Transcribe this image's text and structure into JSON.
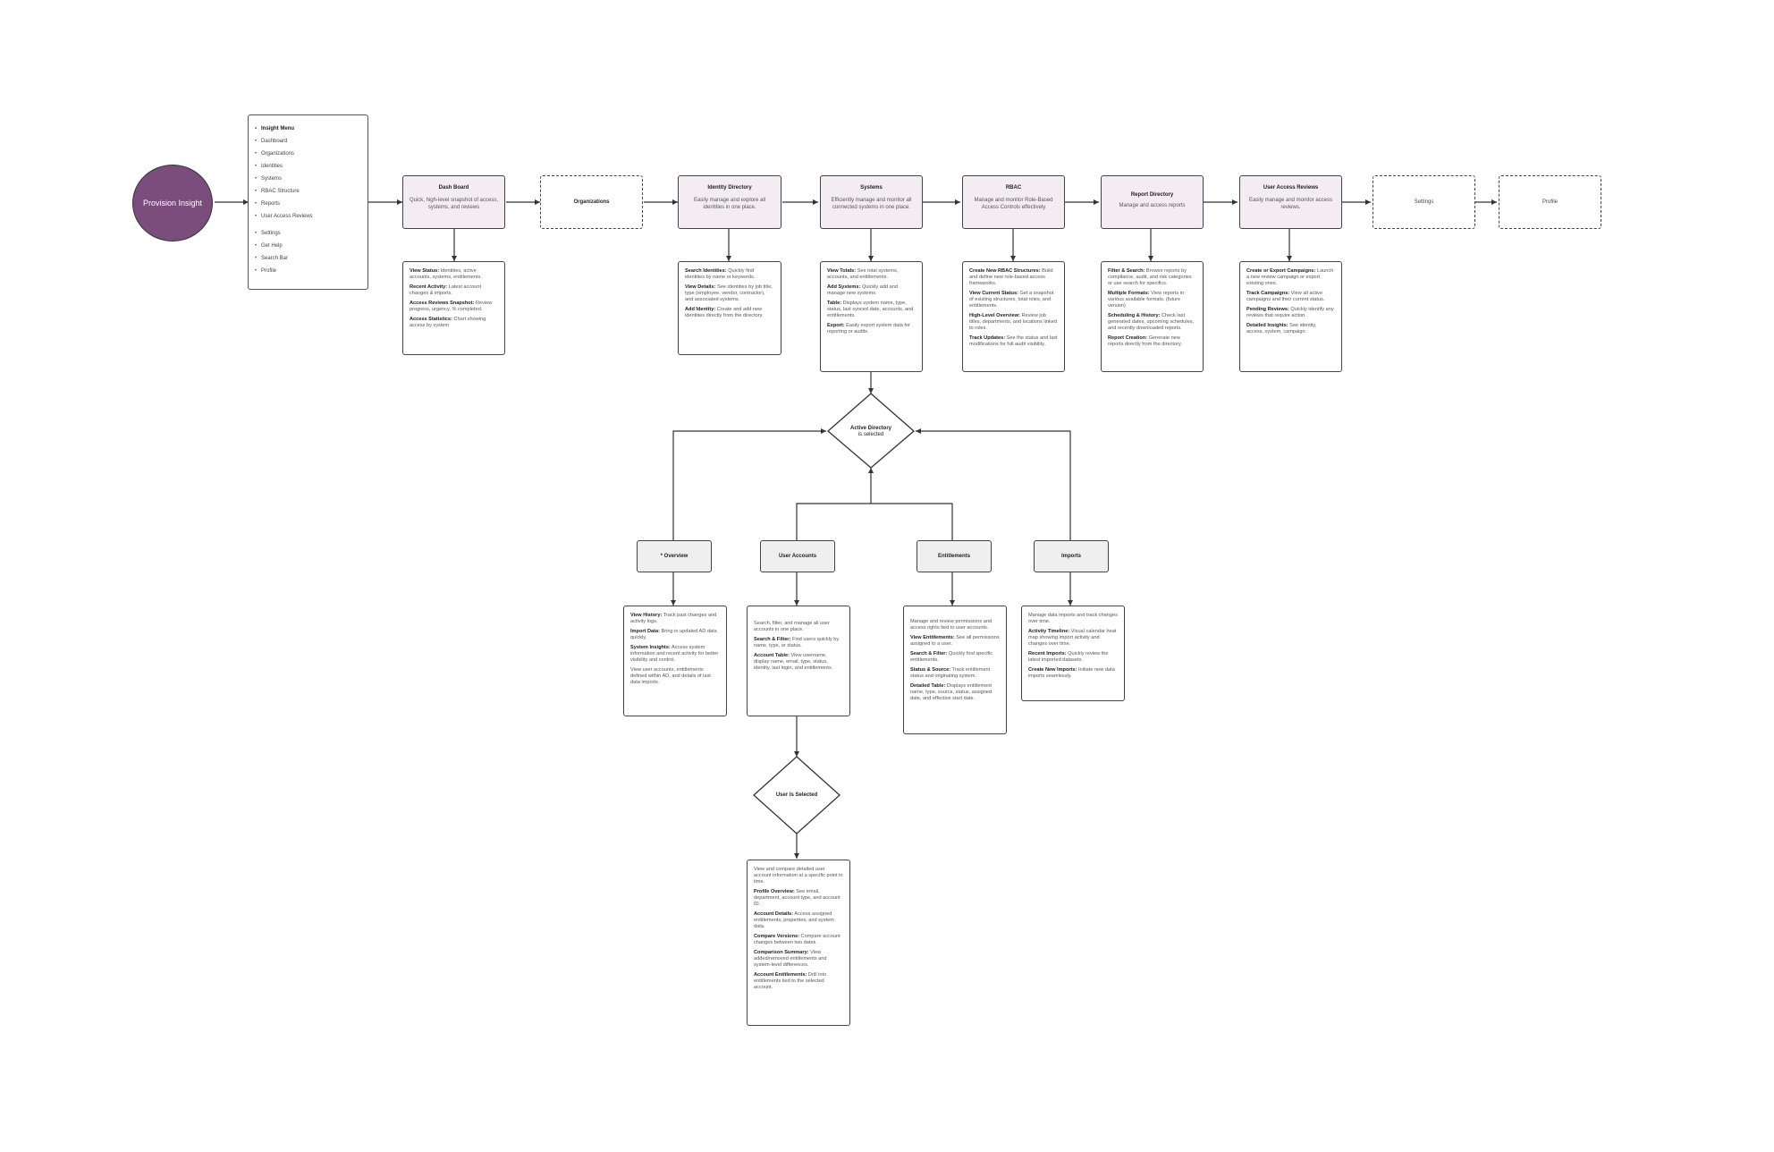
{
  "start": {
    "label": "Provision Insight",
    "color": "#7b4d7d"
  },
  "menu": {
    "items_top": [
      "Insight Menu",
      "Dashboard",
      "Organizations",
      "Identities",
      "Systems",
      "RBAC Structure",
      "Reports",
      "User Access Reviews"
    ],
    "items_bottom": [
      "Settings",
      "Get Help",
      "Search Bar",
      "Profile"
    ]
  },
  "nodes": {
    "dashboard": {
      "title": "Dash Board",
      "subtitle": "Quick, high-level snapshot of access, systems, and reviews"
    },
    "organizations": {
      "title": "Organizations"
    },
    "identity": {
      "title": "Identity Directory",
      "subtitle": "Easily manage and explore all identities in one place."
    },
    "systems": {
      "title": "Systems",
      "subtitle": "Efficiently manage and monitor all connected systems in one place."
    },
    "rbac": {
      "title": "RBAC",
      "subtitle": "Manage and monitor Role-Based Access Controls effectively"
    },
    "reports": {
      "title": "Report Directory",
      "subtitle": "Manage and access reports"
    },
    "uar": {
      "title": "User Access Reviews",
      "subtitle": "Easily manage and monitor access reviews."
    },
    "settings": {
      "title": "Settings"
    },
    "profile": {
      "title": "Profile"
    }
  },
  "details": {
    "dashboard": [
      {
        "b": "View Status:",
        "t": " Identities, active accounts, systems, entitlements."
      },
      {
        "b": "Recent Activity:",
        "t": " Latest account changes & imports."
      },
      {
        "b": "Access Reviews Snapshot:",
        "t": " Review progress, urgency, % completed."
      },
      {
        "b": "Access Statistics:",
        "t": " Chart showing access by system"
      }
    ],
    "identity": [
      {
        "b": "Search Identities:",
        "t": " Quickly find identities by name or keywords."
      },
      {
        "b": "View Details:",
        "t": " See identities by job title, type (employee, vendor, contractor), and associated systems."
      },
      {
        "b": "Add Identity:",
        "t": " Create and add new identities directly from the directory."
      }
    ],
    "systems": [
      {
        "b": "View Totals:",
        "t": " See total systems, accounts, and entitlements."
      },
      {
        "b": "Add Systems:",
        "t": " Quickly add and manage new systems."
      },
      {
        "b": "Table:",
        "t": " Displays system name, type, status, last synced date, accounts, and entitlements."
      },
      {
        "b": "Export:",
        "t": " Easily export system data for reporting or audits."
      }
    ],
    "rbac": [
      {
        "b": "Create New RBAC Structures:",
        "t": " Build and define new role-based access frameworks."
      },
      {
        "b": "View Current Status:",
        "t": " Get a snapshot of existing structures, total roles, and entitlements."
      },
      {
        "b": "High-Level Overview:",
        "t": " Review job titles, departments, and locations linked to roles."
      },
      {
        "b": "Track Updates:",
        "t": " See the status and last modifications for full audit visibility."
      }
    ],
    "reports": [
      {
        "b": "Filter & Search:",
        "t": " Browse reports by compliance, audit, and risk categories or use search for specifics."
      },
      {
        "b": "Multiple Formats:",
        "t": " View reports in various available formats. (future version)"
      },
      {
        "b": "Scheduling & History:",
        "t": " Check last generated dates, upcoming schedules, and recently downloaded reports."
      },
      {
        "b": "Report Creation:",
        "t": " Generate new reports directly from the directory."
      }
    ],
    "uar": [
      {
        "b": "Create or Export Campaigns:",
        "t": " Launch a new review campaign or export existing ones."
      },
      {
        "b": "Track Campaigns:",
        "t": " View all active campaigns and their current status."
      },
      {
        "b": "Pending Reviews:",
        "t": " Quickly identify any reviews that require action."
      },
      {
        "b": "Detailed Insights:",
        "t": " See identity, access, system, campaign."
      }
    ],
    "overview": [
      {
        "b": "View History:",
        "t": " Track past changes and activity logs."
      },
      {
        "b": "Import Data:",
        "t": " Bring in updated AD data quickly."
      },
      {
        "b": "System Insights:",
        "t": " Access system information and recent activity for better visibility and control."
      },
      {
        "b": "",
        "t": "View user accounts, entitlements defined within AD, and details of last data imports."
      }
    ],
    "user_accounts": [
      {
        "b": "",
        "t": "Search, filter, and manage all user accounts in one place."
      },
      {
        "b": "Search & Filter:",
        "t": " Find users quickly by name, type, or status."
      },
      {
        "b": "Account Table:",
        "t": " View username, display name, email, type, status, identity, last login, and entitlements."
      }
    ],
    "entitlements": [
      {
        "b": "",
        "t": "Manage and review permissions and access rights tied to user accounts."
      },
      {
        "b": "View Entitlements:",
        "t": " See all permissions assigned to a user."
      },
      {
        "b": "Search & Filter:",
        "t": " Quickly find specific entitlements."
      },
      {
        "b": "Status & Source:",
        "t": " Track entitlement status and originating system."
      },
      {
        "b": "Detailed Table:",
        "t": " Displays entitlement name, type, source, status, assigned date, and effective start date."
      }
    ],
    "imports": [
      {
        "b": "",
        "t": "Manage data imports and track changes over time."
      },
      {
        "b": "Activity Timeline:",
        "t": " Visual calendar heat map showing import activity and changes over time."
      },
      {
        "b": "Recent Imports:",
        "t": " Quickly review the latest imported datasets."
      },
      {
        "b": "Create New Imports:",
        "t": " Initiate new data imports seamlessly."
      }
    ],
    "user_selected": [
      {
        "b": "",
        "t": "View and compare detailed user account information at a specific point in time."
      },
      {
        "b": "Profile Overview:",
        "t": " See email, department, account type, and account ID."
      },
      {
        "b": "Account Details:",
        "t": " Access assigned entitlements, properties, and system data."
      },
      {
        "b": "Compare Versions:",
        "t": " Compare account changes between two dates."
      },
      {
        "b": "Comparison Summary:",
        "t": " View added/removed entitlements and system-level differences."
      },
      {
        "b": "Account Entitlements:",
        "t": " Drill into entitlements tied to the selected account."
      }
    ]
  },
  "sub_nodes": {
    "overview": "* Overview",
    "user_accounts": "User Accounts",
    "entitlements": "Entitlements",
    "imports": "Imports"
  },
  "decisions": {
    "ad": {
      "line1": "Active Directory",
      "line2": "is selected"
    },
    "user": {
      "line1": "User Is Selected"
    }
  }
}
